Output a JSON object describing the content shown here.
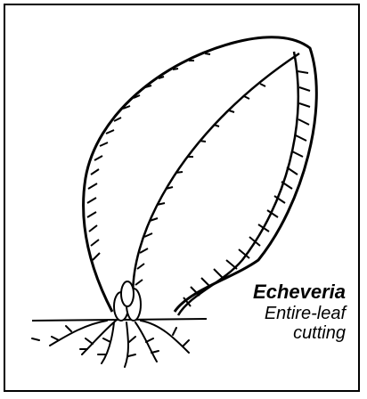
{
  "figure": {
    "caption_title": "Echeveria",
    "caption_line1": "Entire-leaf",
    "caption_line2": "cutting"
  },
  "colors": {
    "ink": "#000000",
    "paper": "#ffffff"
  },
  "icons": {
    "leaf": "leaf-illustration",
    "roots": "roots-illustration"
  }
}
